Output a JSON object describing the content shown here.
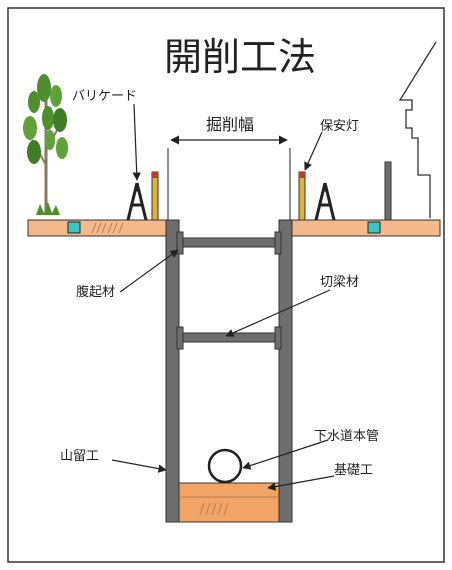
{
  "title": "開削工法",
  "dimension_label": "掘削幅",
  "labels": {
    "barricade": "バリケード",
    "safety_light": "保安灯",
    "waler": "腹起材",
    "strut": "切梁材",
    "retaining_wall": "山留工",
    "sewer_pipe": "下水道本管",
    "foundation": "基礎工"
  },
  "colors": {
    "ground": "#f3b98a",
    "foundation": "#f1a465",
    "steel": "#6e6e6e",
    "manhole": "#39c6c4",
    "tree_leaf": "#4e8e2c",
    "light_pole": "#e2b13a"
  }
}
